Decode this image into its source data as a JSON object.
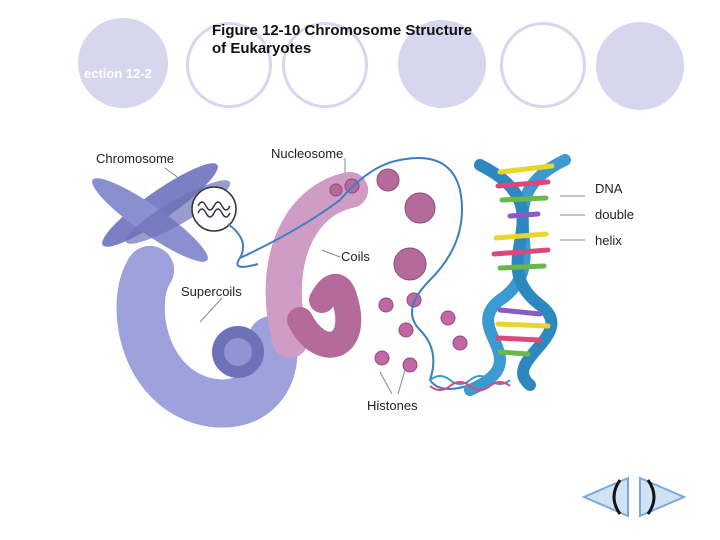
{
  "slide": {
    "title_line1": "Figure 12-10 Chromosome Structure",
    "title_line2": "of Eukaryotes",
    "section": "ection 12-2"
  },
  "figure": {
    "labels": {
      "chromosome": "Chromosome",
      "nucleosome": "Nucleosome",
      "dna1": "DNA",
      "dna2": "double",
      "dna3": "helix",
      "coils": "Coils",
      "supercoils": "Supercoils",
      "histones": "Histones"
    }
  },
  "nav": {
    "prev_icon": "previous-arrow-icon",
    "next_icon": "next-arrow-icon"
  },
  "colors": {
    "accent": "#d6d6ee",
    "supercoil": "#7b80c4",
    "nucleosome": "#b46a9a",
    "helix": "#3a9ad1"
  }
}
